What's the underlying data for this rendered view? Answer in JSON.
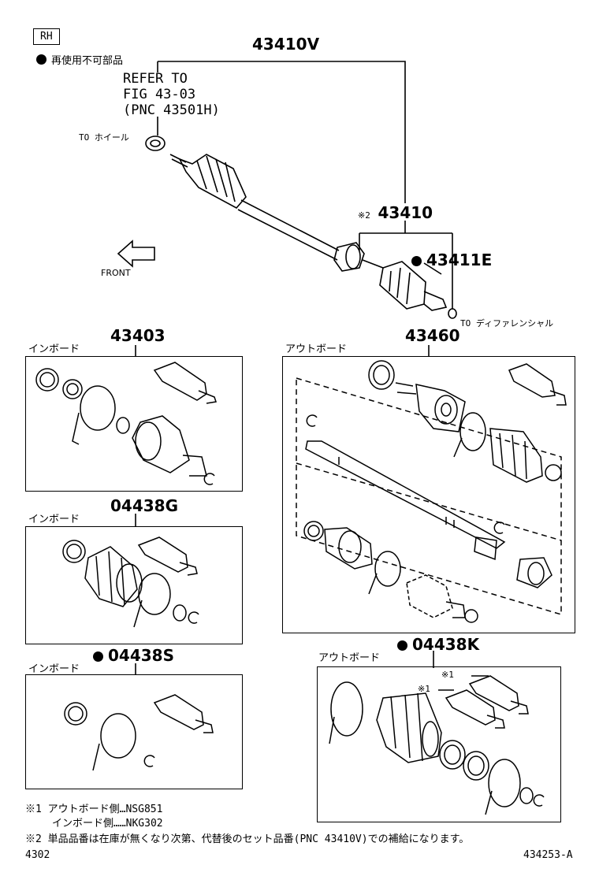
{
  "header": {
    "rh_label": "RH",
    "non_reusable_legend": "再使用不可部品",
    "main_part_number": "43410V",
    "refer_lines": [
      "REFER TO",
      "FIG 43-03",
      "(PNC 43501H)"
    ]
  },
  "labels": {
    "to_wheel": "TO ホイール",
    "front": "FRONT",
    "to_differential": "TO ディファレンシャル",
    "ref_mark_2": "※2",
    "ref_mark_1": "※1"
  },
  "parts": {
    "p43410": "43410",
    "p43411E": "43411E",
    "p43403": "43403",
    "p43460": "43460",
    "p04438G": "04438G",
    "p04438S": "04438S",
    "p04438K": "04438K"
  },
  "boxes": {
    "inboard": "インボード",
    "outboard": "アウトボード"
  },
  "footnotes": {
    "note1_mark": "※1",
    "note1_line1": "アウトボード側…NSG851",
    "note1_line2": "インボード側……NKG302",
    "note2_mark": "※2",
    "note2_text": "単品品番は在庫が無くなり次第、代替後のセット品番(PNC 43410V)での補給になります。"
  },
  "page": {
    "figure_number": "4302",
    "image_id": "434253-A"
  }
}
